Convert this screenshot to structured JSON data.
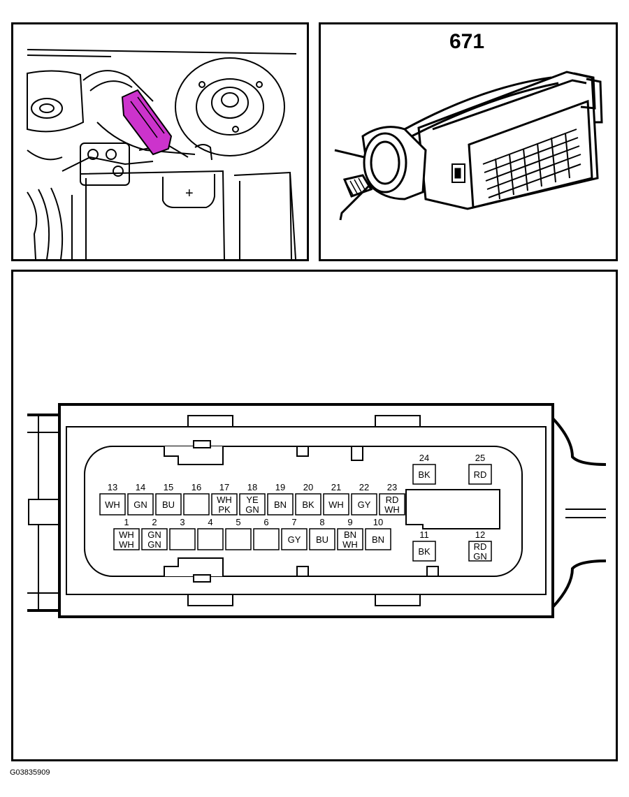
{
  "connector_number": "671",
  "figure_id": "G03835909",
  "connector_face": {
    "top_row_numbers": [
      "13",
      "14",
      "15",
      "16",
      "17",
      "18",
      "19",
      "20",
      "21",
      "22",
      "23"
    ],
    "top_row_colors": [
      [
        "WH"
      ],
      [
        "GN"
      ],
      [
        "BU"
      ],
      [],
      [
        "WH",
        "PK"
      ],
      [
        "YE",
        "GN"
      ],
      [
        "BN"
      ],
      [
        "BK"
      ],
      [
        "WH"
      ],
      [
        "GY"
      ],
      [
        "RD",
        "WH"
      ]
    ],
    "bottom_row_numbers": [
      "1",
      "2",
      "3",
      "4",
      "5",
      "6",
      "7",
      "8",
      "9",
      "10"
    ],
    "bottom_row_colors": [
      [
        "WH",
        "WH"
      ],
      [
        "GN",
        "GN"
      ],
      [],
      [],
      [],
      [],
      [
        "GY"
      ],
      [
        "BU"
      ],
      [
        "BN",
        "WH"
      ],
      [
        "BN"
      ]
    ],
    "side_pins": [
      {
        "number": "24",
        "colors": [
          "BK"
        ]
      },
      {
        "number": "25",
        "colors": [
          "RD"
        ]
      },
      {
        "number": "11",
        "colors": [
          "BK"
        ]
      },
      {
        "number": "12",
        "colors": [
          "RD",
          "GN"
        ]
      }
    ]
  },
  "highlight_color": "#cc33cc"
}
